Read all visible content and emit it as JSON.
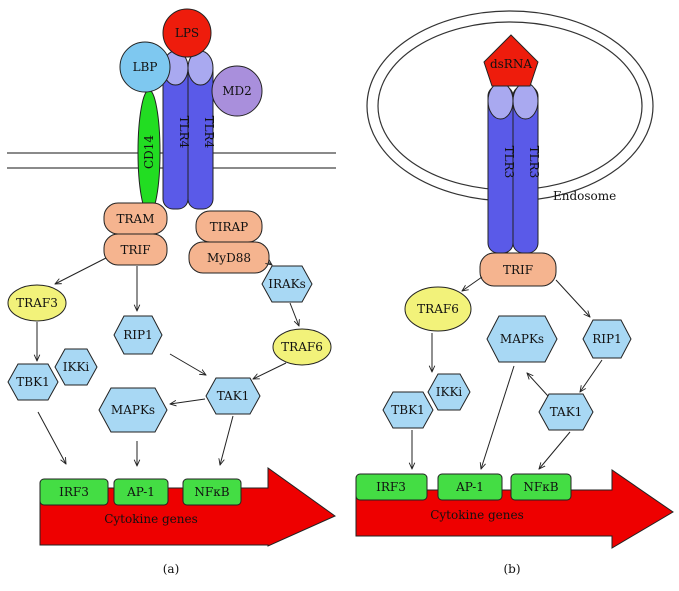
{
  "panel_a": {
    "caption": "(a)",
    "receptor": {
      "left": "TLR4",
      "right": "TLR4",
      "ligand": "LPS",
      "lbp": "LBP",
      "md2": "MD2",
      "cd14": "CD14"
    },
    "adaptors": {
      "tram": "TRAM",
      "trif": "TRIF",
      "tirap": "TIRAP",
      "myd88": "MyD88"
    },
    "nodes": {
      "traf3": "TRAF3",
      "ikki": "IKKi",
      "tbk1": "TBK1",
      "rip1": "RIP1",
      "irak": "IRAKs",
      "traf6": "TRAF6",
      "tak1": "TAK1",
      "mapks": "MAPKs"
    },
    "factors": {
      "irf3": "IRF3",
      "ap1": "AP-1",
      "nfkb": "NFκB"
    },
    "genes": "Cytokine genes"
  },
  "panel_b": {
    "caption": "(b)",
    "receptor": {
      "left": "TLR3",
      "right": "TLR3",
      "ligand": "dsRNA"
    },
    "endosome": "Endosome",
    "adaptors": {
      "trif": "TRIF"
    },
    "nodes": {
      "traf6": "TRAF6",
      "mapks": "MAPKs",
      "rip1": "RIP1",
      "ikki": "IKKi",
      "tbk1": "TBK1",
      "tak1": "TAK1"
    },
    "factors": {
      "irf3": "IRF3",
      "ap1": "AP-1",
      "nfkb": "NFκB"
    },
    "genes": "Cytokine genes"
  },
  "colors": {
    "receptor": "#5a5ae8",
    "receptor_cap": "#a9a9f0",
    "ligand": "#ee1c0c",
    "lbp": "#7ec8f0",
    "md2": "#a98fdc",
    "cd14": "#22dd22",
    "adaptor": "#f5b48f",
    "traf": "#f2f27a",
    "kinase": "#a8d8f4",
    "factor": "#44dd44",
    "arrow": "#ee0000"
  }
}
